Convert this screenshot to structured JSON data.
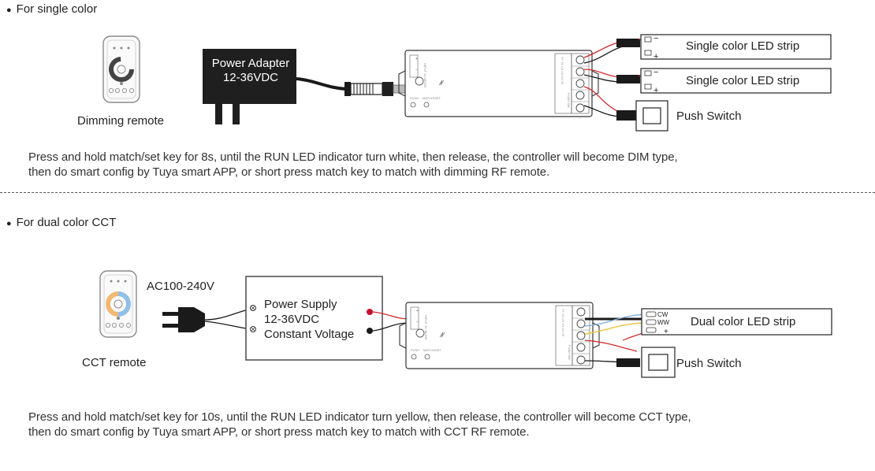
{
  "section1": {
    "title": "For single color",
    "remote_label": "Dimming remote",
    "adapter_line1": "Power Adapter",
    "adapter_line2": "12-36VDC",
    "strip1_label": "Single color LED strip",
    "strip2_label": "Single color LED strip",
    "switch_label": "Push Switch",
    "desc_line1": "Press and hold match/set key for 8s, until the RUN LED indicator turn white, then release, the controller will become DIM type,",
    "desc_line2": "then do  smart  config by  Tuya  smart APP, or  short press match key to match with dimming  RF  remote."
  },
  "section2": {
    "title": "For dual color CCT",
    "remote_label": "CCT remote",
    "ac_label": "AC100-240V",
    "psu_line1": "Power Supply",
    "psu_line2": "12-36VDC",
    "psu_line3": "Constant Voltage",
    "strip_label": "Dual color LED strip",
    "cw_label": "CW",
    "ww_label": "WW",
    "switch_label": "Push Switch",
    "desc_line1": "Press and hold match/set key for 10s, until the RUN LED indicator turn yellow, then release, the controller will become CCT type,",
    "desc_line2": "then do  smart  config by  Tuya  smart APP, or  short press match key to match  with CCT  RF  remote."
  },
  "colors": {
    "wire_red": "#d42a2a",
    "wire_black": "#1a1a1a",
    "wire_blue": "#7fb2e0",
    "wire_yellow": "#e8c640",
    "psu_dot_red": "#c8102e",
    "adapter_fill": "#1f1f1f"
  },
  "icons": [
    "plug-icon",
    "remote-icon",
    "controller-icon",
    "push-switch-icon"
  ]
}
